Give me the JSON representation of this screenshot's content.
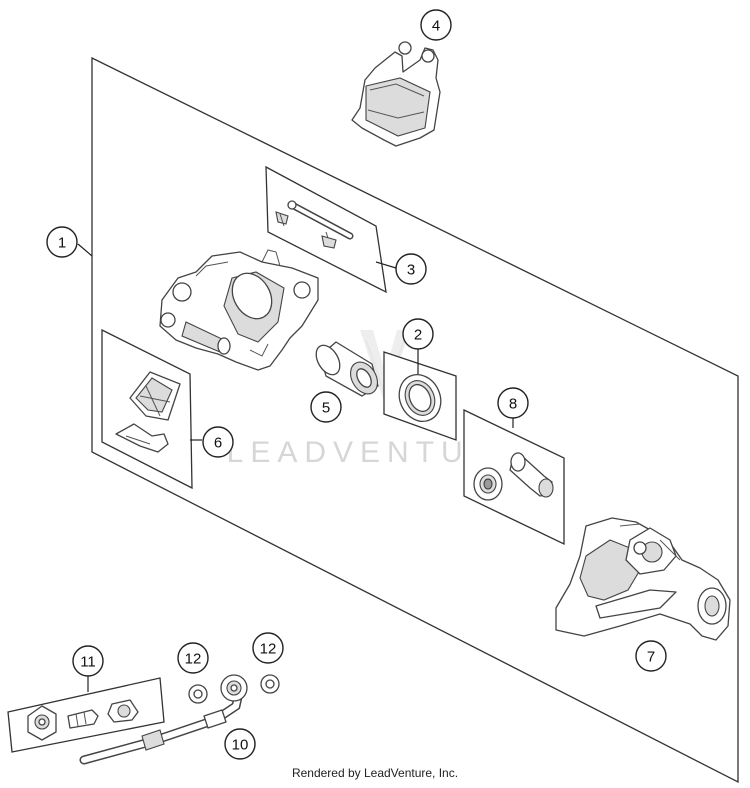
{
  "watermark": {
    "text": "LEADVENTURE"
  },
  "footer": {
    "text": "Rendered by LeadVenture, Inc."
  },
  "callouts": [
    {
      "id": "1",
      "label": "1"
    },
    {
      "id": "2",
      "label": "2"
    },
    {
      "id": "3",
      "label": "3"
    },
    {
      "id": "4",
      "label": "4"
    },
    {
      "id": "5",
      "label": "5"
    },
    {
      "id": "6",
      "label": "6"
    },
    {
      "id": "7",
      "label": "7"
    },
    {
      "id": "8",
      "label": "8"
    },
    {
      "id": "10",
      "label": "10"
    },
    {
      "id": "11",
      "label": "11"
    },
    {
      "id": "12a",
      "label": "12"
    },
    {
      "id": "12b",
      "label": "12"
    }
  ]
}
